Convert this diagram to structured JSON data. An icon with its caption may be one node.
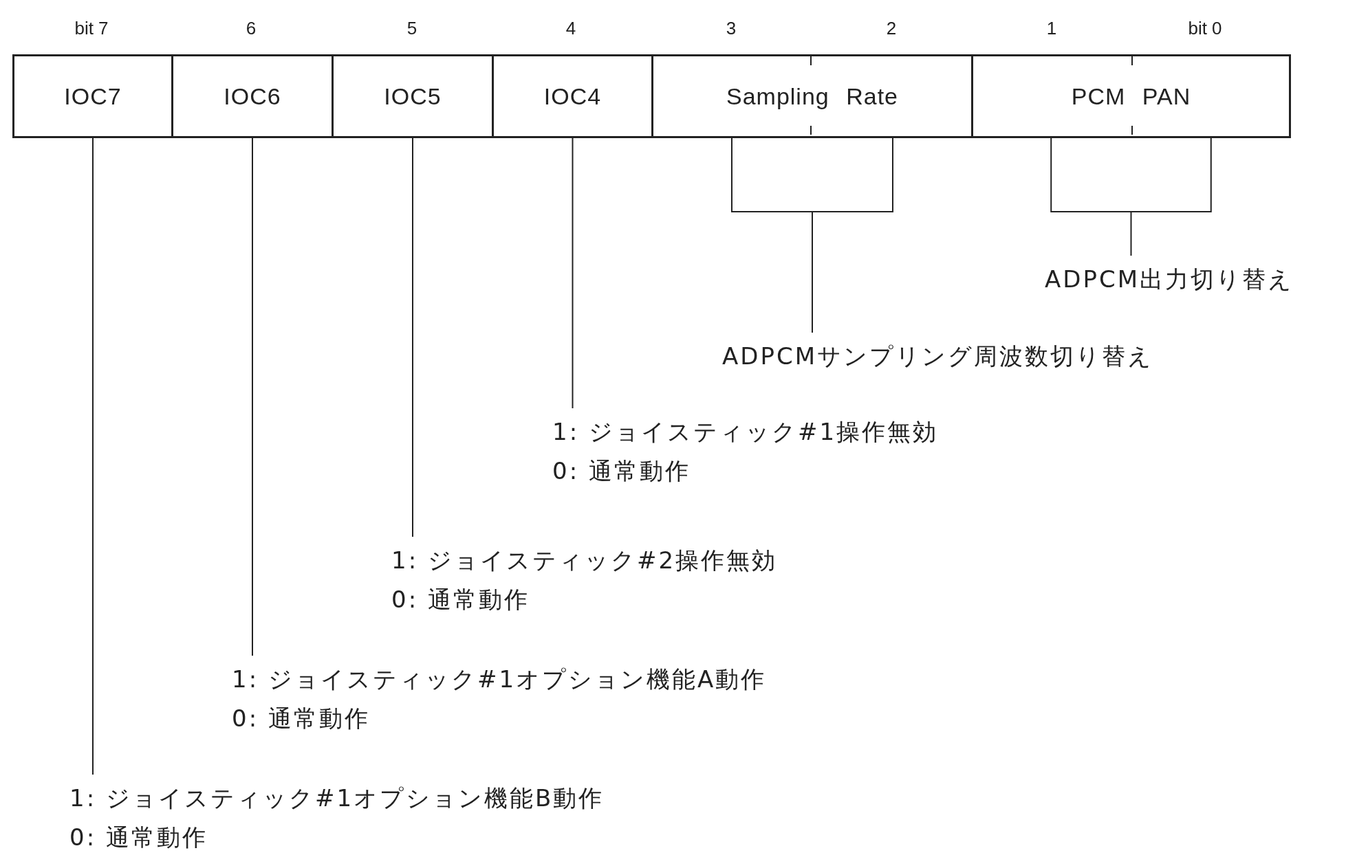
{
  "diagram": {
    "nodes": [
      {
        "text": [
          "IOC7"
        ]
      },
      {
        "text": [
          "IOC6"
        ]
      },
      {
        "text": [
          "IOC5"
        ]
      },
      {
        "text": [
          "IOC4"
        ]
      },
      {
        "text": [
          "Sampling Rate"
        ]
      },
      {
        "text": [
          "PCM PAN"
        ]
      },
      {
        "text": [
          "ADPCM出力切り替え"
        ]
      },
      {
        "text": [
          "ADPCMサンプリング周波数切り替え"
        ]
      },
      {
        "text": [
          "1: ジョイスティック#1操作無効",
          "0: 通常動作"
        ]
      },
      {
        "text": [
          "1: ジョイスティック#2操作無効",
          "0: 通常動作"
        ]
      },
      {
        "text": [
          "1: ジョイスティック#1オプション機能A動作",
          "0: 通常動作"
        ]
      },
      {
        "text": [
          "1: ジョイスティック#1オプション機能B動作",
          "0: 通常動作"
        ]
      }
    ],
    "edges": [
      {
        "from": 5,
        "to": 6,
        "arrow": "none"
      },
      {
        "from": 4,
        "to": 7,
        "arrow": "none"
      },
      {
        "from": 3,
        "to": 8,
        "arrow": "none"
      },
      {
        "from": 2,
        "to": 9,
        "arrow": "none"
      },
      {
        "from": 1,
        "to": 10,
        "arrow": "none"
      },
      {
        "from": 0,
        "to": 11,
        "arrow": "none"
      }
    ],
    "labels": [
      "bit 7",
      "6",
      "5",
      "4",
      "3",
      "2",
      "1",
      "bit 0"
    ]
  }
}
